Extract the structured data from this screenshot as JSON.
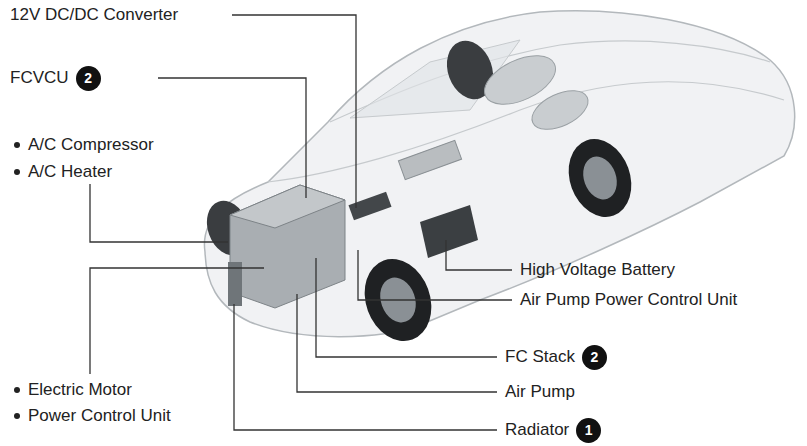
{
  "diagram": {
    "nodes": [
      {
        "text": [
          "2"
        ]
      },
      {
        "text": [
          "2"
        ]
      },
      {
        "text": [
          "1"
        ]
      }
    ],
    "labels": [
      "12V DC/DC Converter",
      "FCVCU",
      "A/C Compressor",
      "A/C Heater",
      "High Voltage Battery",
      "Air Pump Power Control Unit",
      "FC Stack",
      "Electric Motor",
      "Air Pump",
      "Power Control Unit",
      "Radiator"
    ]
  }
}
